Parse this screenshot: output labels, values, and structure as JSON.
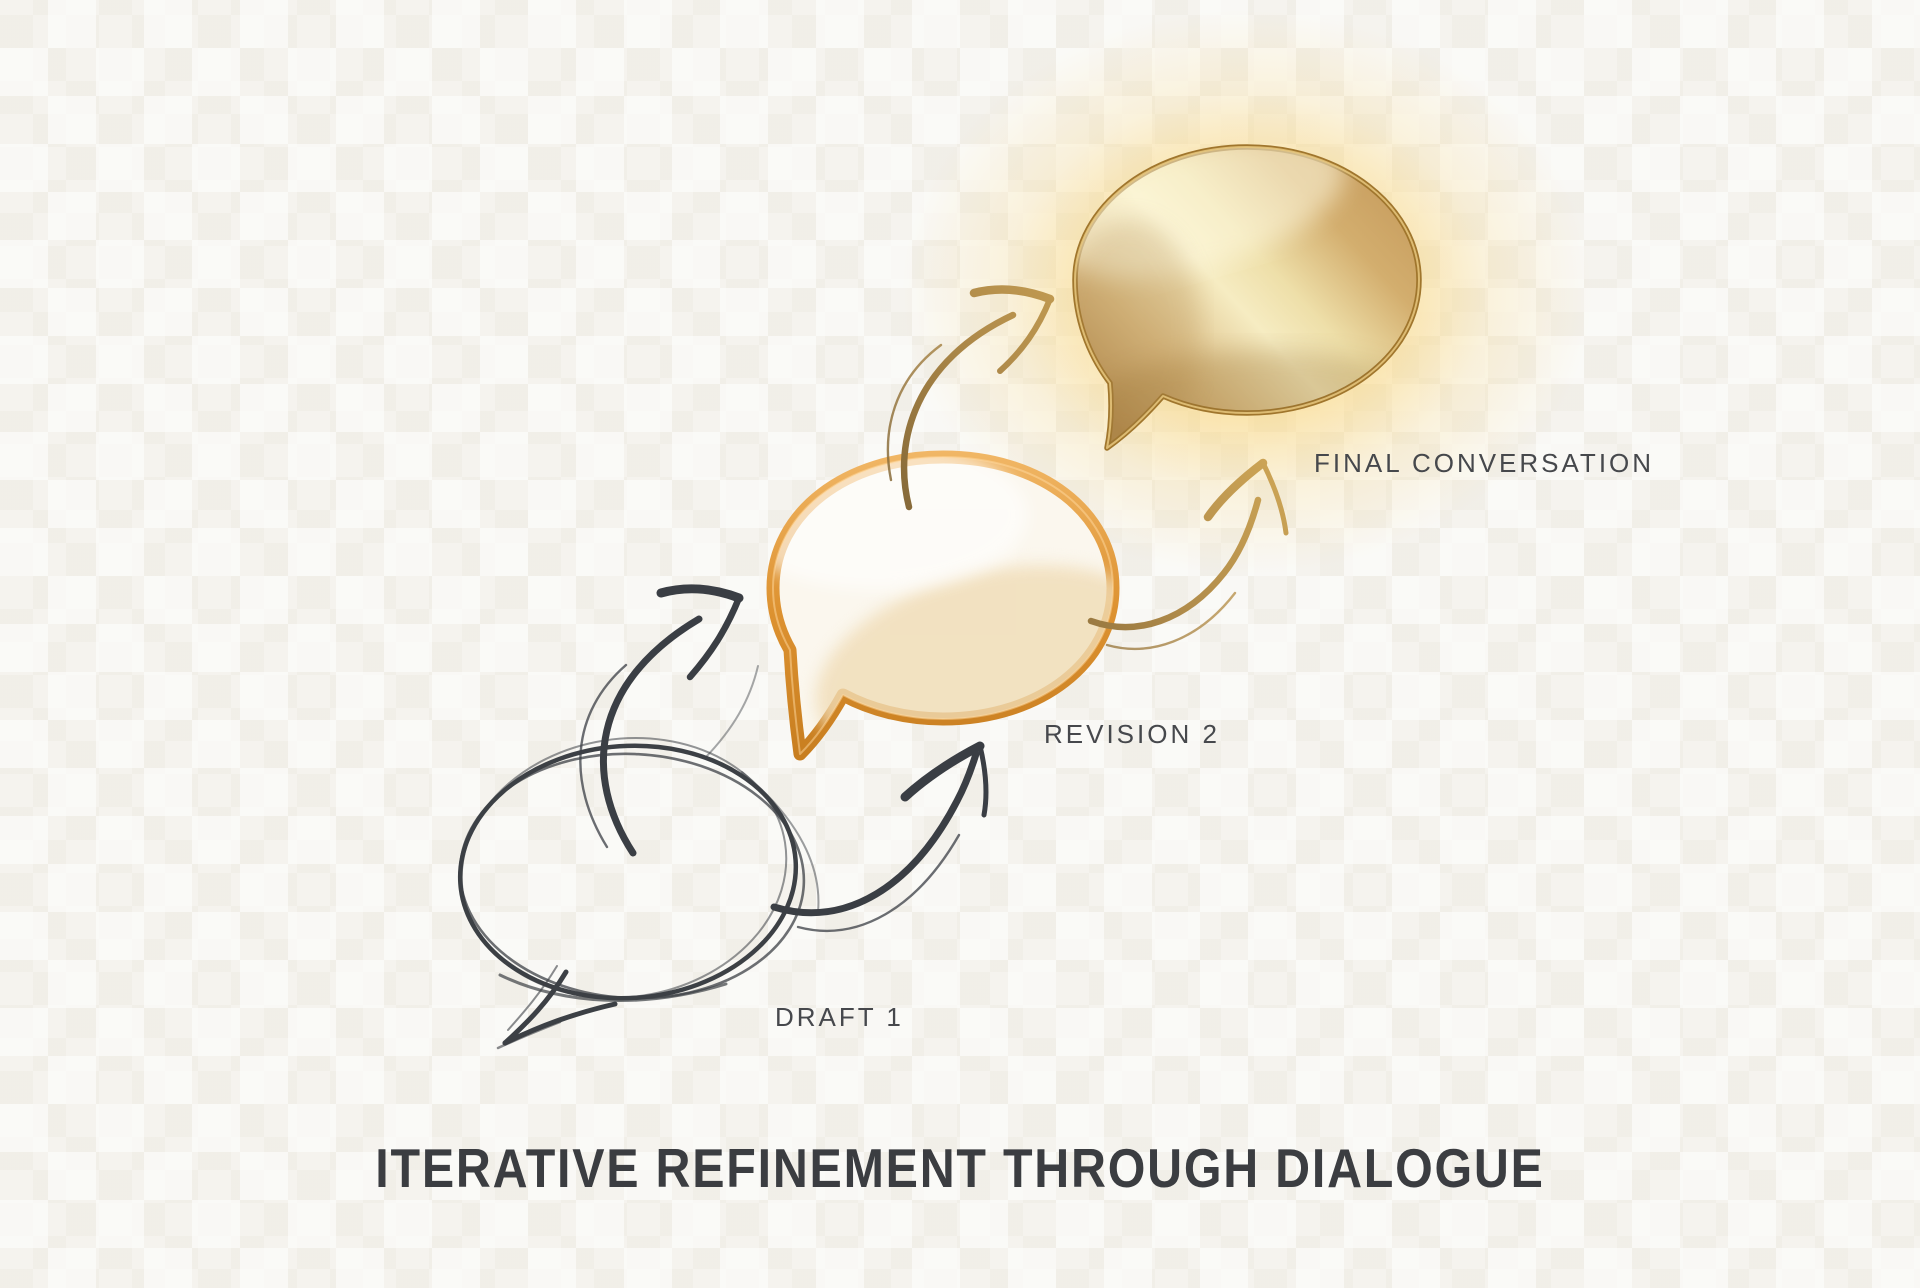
{
  "diagram": {
    "title": "ITERATIVE REFINEMENT THROUGH DIALOGUE",
    "stages": [
      {
        "id": "draft",
        "label": "DRAFT 1",
        "style": "pencil-sketch speech bubble"
      },
      {
        "id": "revision",
        "label": "REVISION 2",
        "style": "orange outlined speech bubble"
      },
      {
        "id": "final",
        "label": "FINAL CONVERSATION",
        "style": "polished gold speech bubble with glow"
      }
    ],
    "colors": {
      "background": "#f5f3ee",
      "ink": "#3c4045",
      "label_text": "#46484c",
      "title_text": "#3b3d41",
      "orange_accent": "#dd9434",
      "gold_metal": "#d4af6e",
      "gold_glow": "#f9d882",
      "bronze_arrow": "#b08b4a"
    }
  }
}
